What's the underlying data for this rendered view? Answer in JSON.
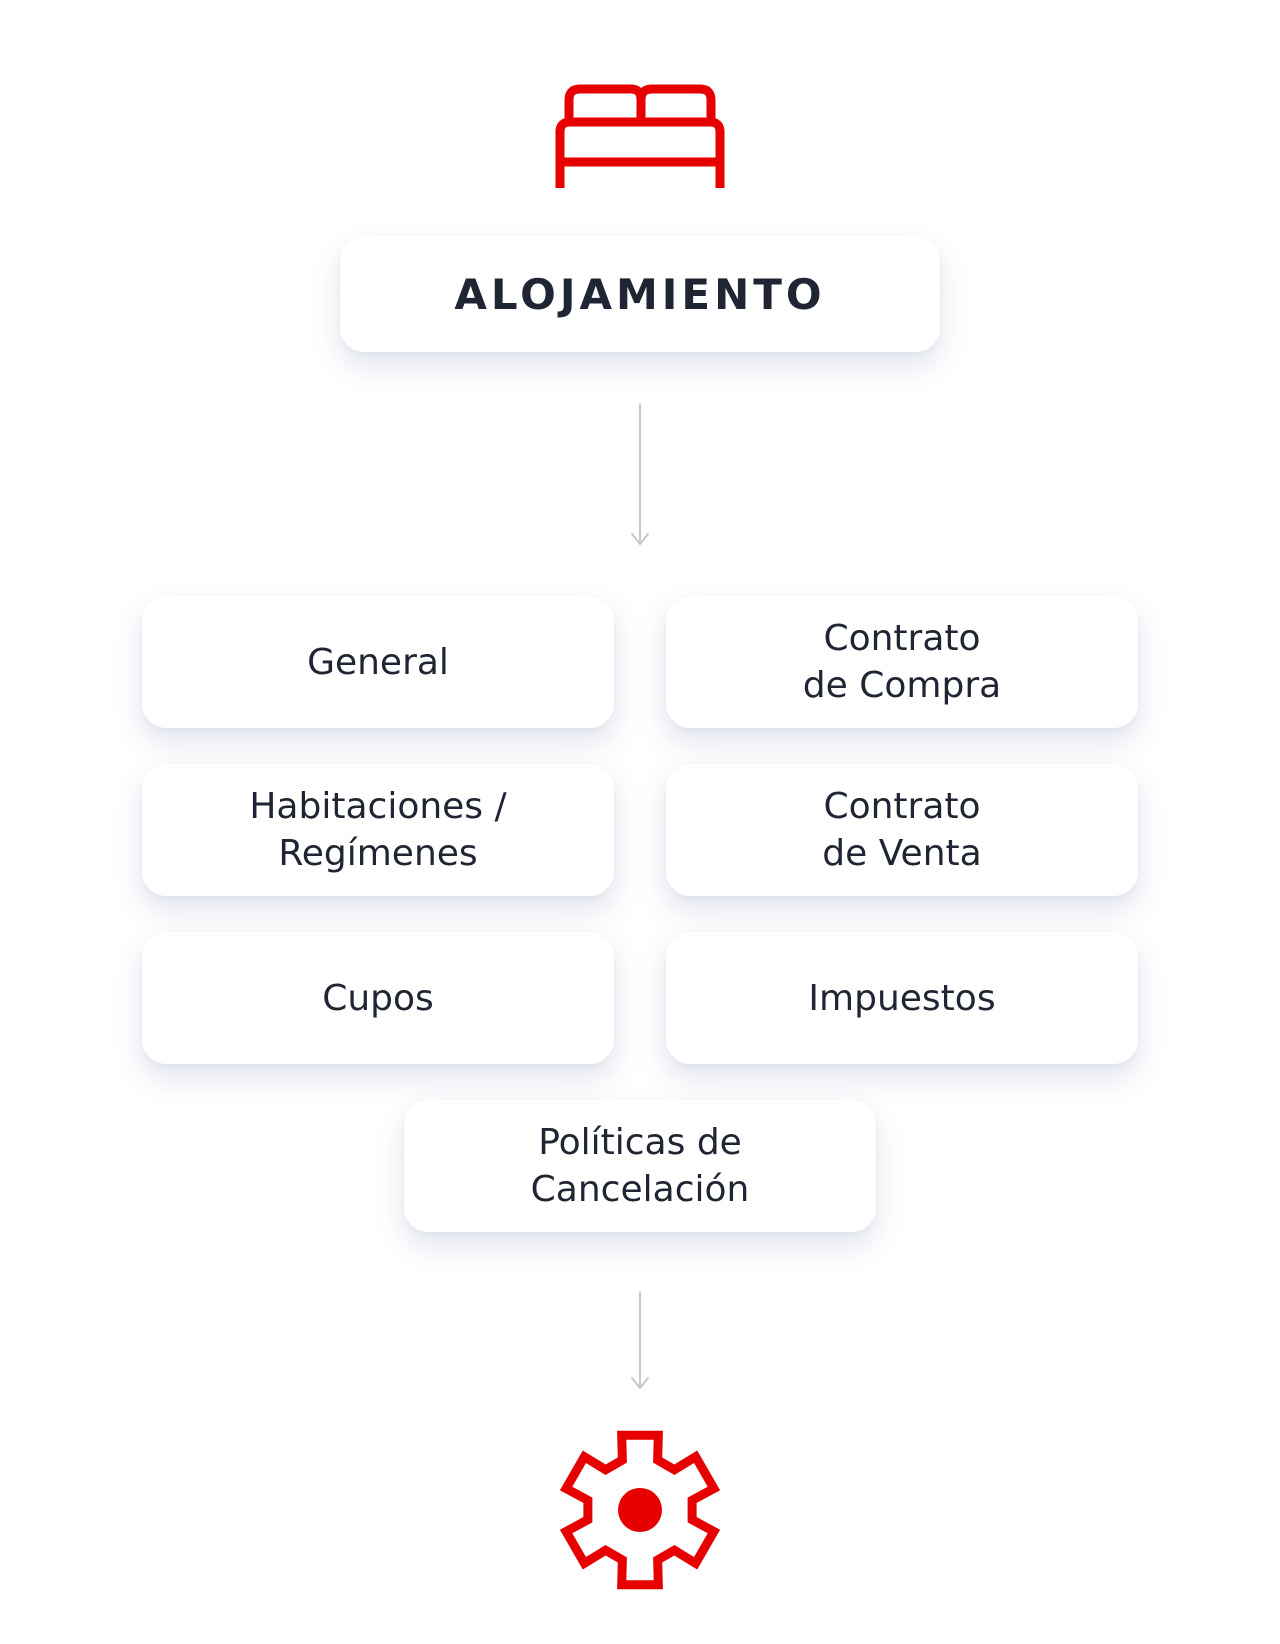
{
  "colors": {
    "accent": "#e60000",
    "text": "#1f2533",
    "arrow": "#c8c8c8",
    "card_background": "#ffffff"
  },
  "header": {
    "icon": "bed-icon",
    "title": "ALOJAMIENTO"
  },
  "modules": [
    {
      "label": "General"
    },
    {
      "label": "Contrato\nde Compra"
    },
    {
      "label": "Habitaciones /\nRegímenes"
    },
    {
      "label": "Contrato\nde Venta"
    },
    {
      "label": "Cupos"
    },
    {
      "label": "Impuestos"
    },
    {
      "label": "Políticas de\nCancelación"
    }
  ],
  "footer": {
    "icon": "gear-icon"
  }
}
